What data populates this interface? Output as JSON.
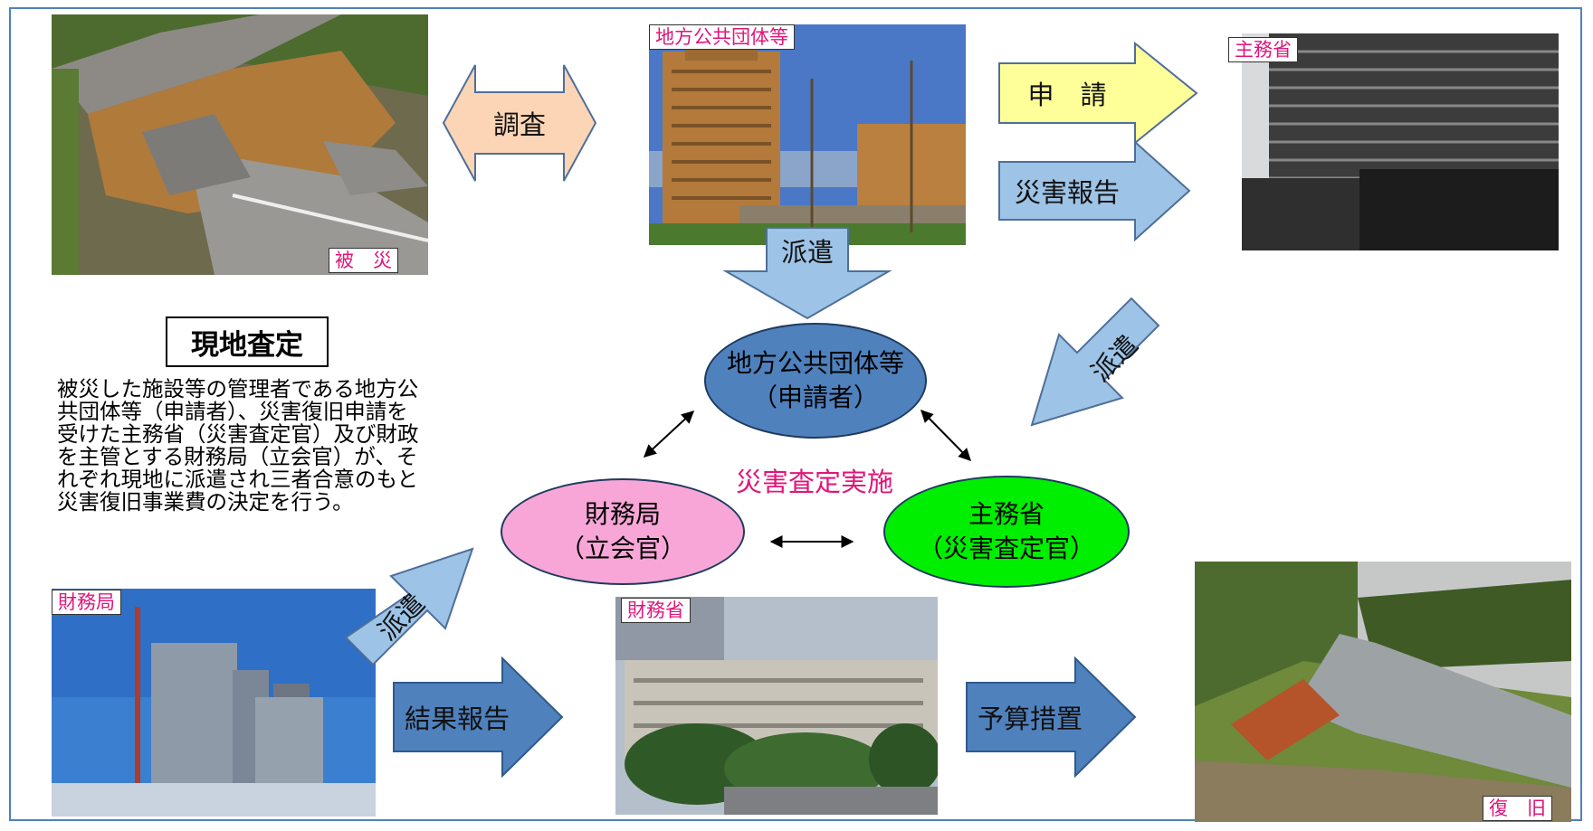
{
  "title": "現地査定",
  "description_lines": [
    "被災した施設等の管理者である地方公",
    "共団体等（申請者）、災害復旧申請を",
    "受けた主務省（災害査定官）及び財政",
    "を主管とする財務局（立会官）が、そ",
    "れぞれ現地に派遣され三者合意のもと",
    "災害復旧事業費の決定を行う。"
  ],
  "center_label": "災害査定実施",
  "nodes": {
    "local_gov": {
      "line1": "地方公共団体等",
      "line2": "（申請者）",
      "color": "#4f81bd"
    },
    "finance_bureau": {
      "line1": "財務局",
      "line2": "（立会官）",
      "color": "#f8a6d8"
    },
    "ministry": {
      "line1": "主務省",
      "line2": "（災害査定官）",
      "color": "#00ee00"
    }
  },
  "photo_tags": {
    "disaster": "被　災",
    "local_gov": "地方公共団体等",
    "ministry": "主務省",
    "finance_bureau": "財務局",
    "finance_ministry": "財務省",
    "restored": "復　旧"
  },
  "arrows": {
    "survey": "調査",
    "application": "申　請",
    "disaster_report": "災害報告",
    "dispatch_local": "派遣",
    "dispatch_ministry": "派遣",
    "dispatch_finance": "派遣",
    "result_report": "結果報告",
    "budget": "予算措置"
  },
  "colors": {
    "border": "#4f81bd",
    "tag_text": "#e0157a",
    "arrow_orange": "#fbd5b5",
    "arrow_yellow": "#ffff99",
    "arrow_lightblue": "#9dc3e6",
    "arrow_darkblue": "#4f81bd"
  }
}
